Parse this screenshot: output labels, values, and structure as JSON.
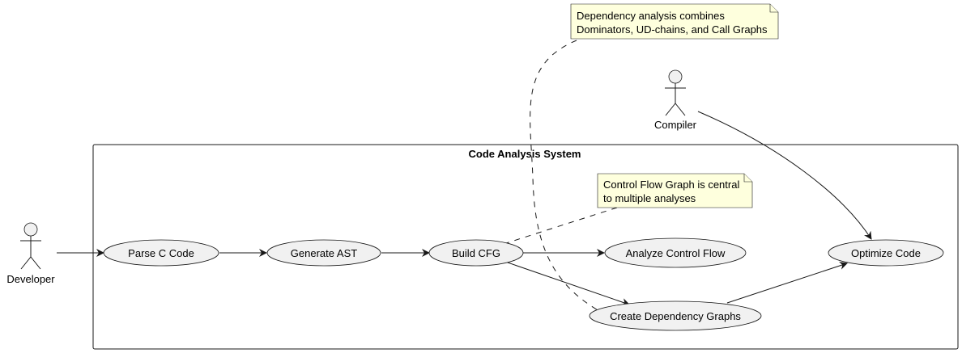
{
  "system": {
    "title": "Code Analysis System"
  },
  "actors": {
    "developer": "Developer",
    "compiler": "Compiler"
  },
  "usecases": {
    "parse": "Parse C Code",
    "ast": "Generate AST",
    "cfg": "Build CFG",
    "control_flow": "Analyze Control Flow",
    "dependency": "Create Dependency Graphs",
    "optimize": "Optimize Code"
  },
  "notes": {
    "dependency": [
      "Dependency analysis combines",
      "Dominators, UD-chains, and Call Graphs"
    ],
    "cfg": [
      "Control Flow Graph is central",
      "to multiple analyses"
    ]
  },
  "colors": {
    "usecase_fill": "#f1f1f1",
    "note_fill": "#feffdd",
    "line": "#181818"
  }
}
